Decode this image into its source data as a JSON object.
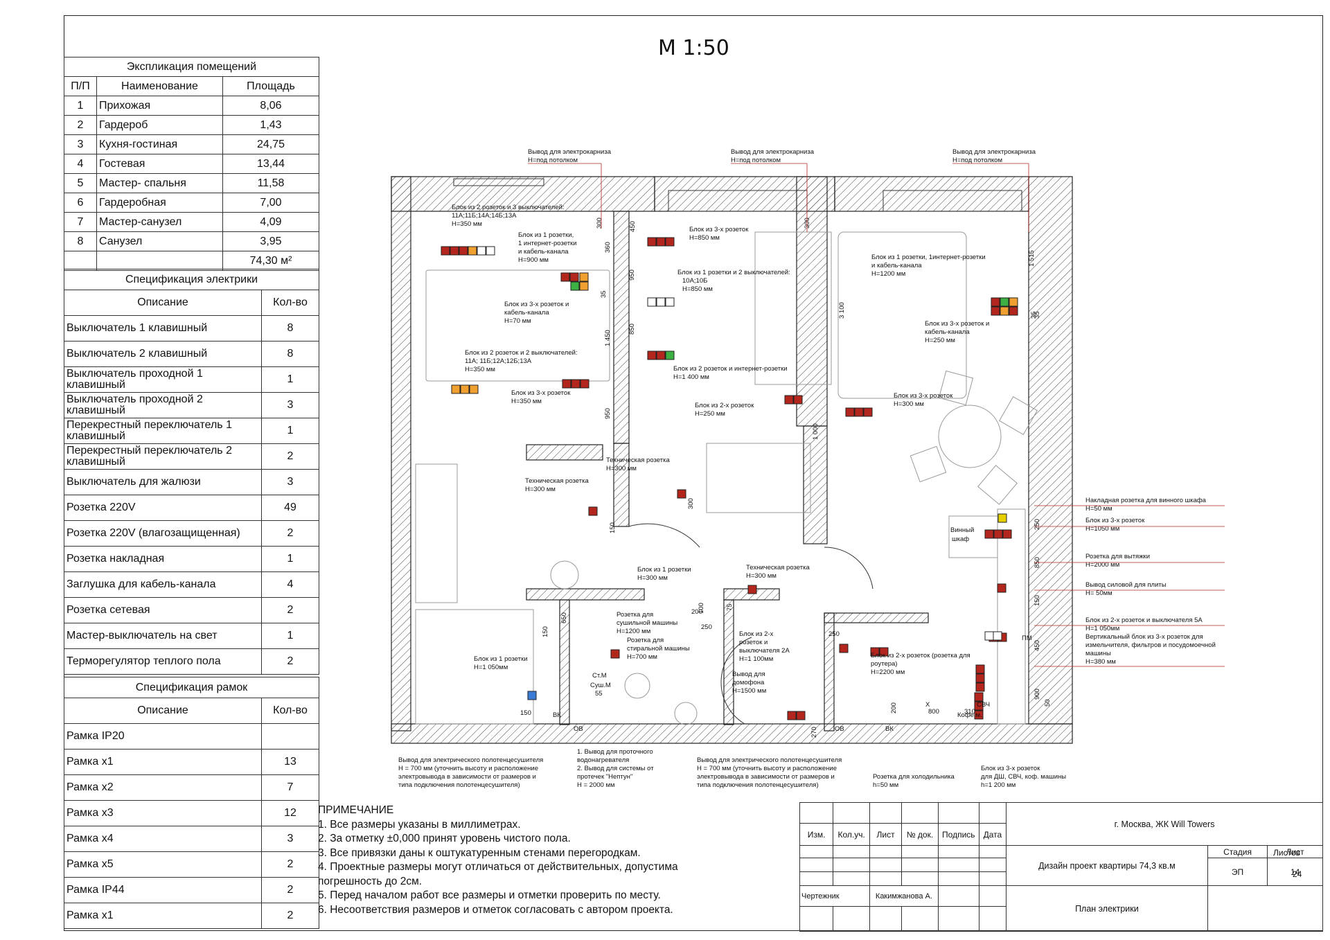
{
  "scale_title": "М 1:50",
  "rooms": {
    "title": "Экспликация помещений",
    "headers": [
      "П/П",
      "Наименование",
      "Площадь"
    ],
    "rows": [
      [
        "1",
        "Прихожая",
        "8,06"
      ],
      [
        "2",
        "Гардероб",
        "1,43"
      ],
      [
        "3",
        "Кухня-гостиная",
        "24,75"
      ],
      [
        "4",
        "Гостевая",
        "13,44"
      ],
      [
        "5",
        "Мастер- спальня",
        "11,58"
      ],
      [
        "6",
        "Гардеробная",
        "7,00"
      ],
      [
        "7",
        "Мастер-санузел",
        "4,09"
      ],
      [
        "8",
        "Санузел",
        "3,95"
      ]
    ],
    "total": "74,30 м²"
  },
  "electric_spec": {
    "title": "Спецификация электрики",
    "headers": [
      "Описание",
      "Кол-во"
    ],
    "rows": [
      [
        "Выключатель 1 клавишный",
        "8"
      ],
      [
        "Выключатель 2 клавишный",
        "8"
      ],
      [
        "Выключатель проходной 1 клавишный",
        "1"
      ],
      [
        "Выключатель проходной 2 клавишный",
        "3"
      ],
      [
        "Перекрестный переключатель 1 клавишный",
        "1"
      ],
      [
        "Перекрестный переключатель 2 клавишный",
        "2"
      ],
      [
        "Выключатель для жалюзи",
        "3"
      ],
      [
        "Розетка 220V",
        "49"
      ],
      [
        "Розетка 220V (влагозащищенная)",
        "2"
      ],
      [
        "Розетка накладная",
        "1"
      ],
      [
        "Заглушка для кабель-канала",
        "4"
      ],
      [
        "Розетка сетевая",
        "2"
      ],
      [
        "Мастер-выключатель на свет",
        "1"
      ],
      [
        "Терморегулятор теплого пола",
        "2"
      ]
    ]
  },
  "frame_spec": {
    "title": "Спецификация рамок",
    "headers": [
      "Описание",
      "Кол-во"
    ],
    "rows": [
      [
        "Рамка IP20",
        ""
      ],
      [
        "Рамка x1",
        "13"
      ],
      [
        "Рамка x2",
        "7"
      ],
      [
        "Рамка x3",
        "12"
      ],
      [
        "Рамка x4",
        "3"
      ],
      [
        "Рамка x5",
        "2"
      ],
      [
        "Рамка IP44",
        "2"
      ],
      [
        "Рамка x1",
        "2"
      ]
    ]
  },
  "notes": {
    "title": "ПРИМЕЧАНИЕ",
    "items": [
      "1. Все размеры указаны в миллиметрах.",
      "2. За отметку ±0,000 принят уровень чистого пола.",
      "3. Все привязки даны к оштукатуренным стенами перегородкам.",
      "4. Проектные размеры могут отличаться от действительных, допустима",
      "погрешность до 2см.",
      "5. Перед началом работ все размеры и отметки проверить по месту.",
      "6. Несоответствия размеров и отметок согласовать с автором проекта."
    ]
  },
  "stamp": {
    "cols": [
      "Изм.",
      "Кол.уч.",
      "Лист",
      "№ док.",
      "Подпись",
      "Дата"
    ],
    "address": "г. Москва, ЖК Will Towers",
    "project": "Дизайн проект квартиры 74,3 кв.м",
    "sheet_title": "План электрики",
    "drafter_label": "Чертежник",
    "drafter_name": "Какимжанова А.",
    "stage_label": "Стадия",
    "sheet_label": "Лист",
    "sheets_label": "Листов",
    "stage": "ЭП",
    "sheet": "14",
    "sheets": "24"
  },
  "plan_labels": {
    "cornice1": "Вывод для электрокарниза",
    "cornice1_h": "Н=под потолком",
    "cornice2": "Вывод для электрокарниза",
    "cornice2_h": "Н=под потолком",
    "cornice3": "Вывод для электрокарниза",
    "cornice3_h": "Н=под потолком",
    "b1": "Блок из 2 розеток и 3 выключателей:",
    "b1_2": "11А;11Б;14А;14Б;13А",
    "b1_h": "Н=350 мм",
    "b2": "Блок из 1 розетки,",
    "b2_2": "1 интернет-розетки",
    "b2_3": "и кабель-канала",
    "b2_h": "Н=900 мм",
    "b3": "Блок из 3-х розеток",
    "b3_h": "Н=850 мм",
    "b4": "Блок из 1 розетки и 2 выключателей:",
    "b4_2": "10А;10Б",
    "b4_h": "Н=850 мм",
    "b5": "Блок из 1 розетки, 1интернет-розетки",
    "b5_2": "и кабель-канала",
    "b5_h": "Н=1200 мм",
    "b6": "Блок из 3-х розеток и",
    "b6_2": "кабель-канала",
    "b6_h": "Н=70 мм",
    "b7": "Блок из 3-х розеток и",
    "b7_2": "кабель-канала",
    "b7_h": "Н=250 мм",
    "b8": "Блок из 2 розеток и 2 выключателей:",
    "b8_2": "11А; 11Б;12А;12Б;13А",
    "b8_h": "Н=350 мм",
    "b9": "Блок из 2 розеток и интернет-розетки",
    "b9_h": "Н=1 400 мм",
    "b10": "Блок из 3-х розеток",
    "b10_h": "Н=350 мм",
    "b11": "Блок из 2-х розеток",
    "b11_h": "Н=250 мм",
    "b12": "Блок из 3-х розеток",
    "b12_h": "Н=300 мм",
    "t1": "Техническая розетка",
    "t1_h": "Н=300 мм",
    "t2": "Техническая розетка",
    "t2_h": "Н=300 мм",
    "t3": "Техническая розетка",
    "t3_h": "Н=300 мм",
    "r1": "Накладная розетка для винного шкафа",
    "r1_h": "Н=50 мм",
    "r2": "Блок из 3-х розеток",
    "r2_h": "Н=1050 мм",
    "r3": "Розетка для вытяжки",
    "r3_h": "Н=2000 мм",
    "r4": "Вывод силовой для плиты",
    "r4_h": "Н= 50мм",
    "r5": "Блок из 2-х розеток и выключателя 5А",
    "r5_h": "Н=1 050мм",
    "r6": "Вертикальный блок из 3-х розеток для",
    "r6_2": "измельчителя, фильтров и посудомоечной",
    "r6_3": "машины",
    "r6_h": "Н=380 мм",
    "wine": "Винный",
    "wine2": "шкаф",
    "c1": "Блок из 1 розетки",
    "c1_h": "Н=300 мм",
    "c2": "Розетка для",
    "c2_2": "сушильной машины",
    "c2_h": "Н=1200 мм",
    "c3": "Розетка для",
    "c3_2": "стиральной машины",
    "c3_h": "Н=700 мм",
    "c4": "Блок из 2-х",
    "c4_2": "розеток и",
    "c4_3": "выключателя 2А",
    "c4_h": "Н=1 100мм",
    "c5": "Вывод для",
    "c5_2": "домофона",
    "c5_h": "Н=1500 мм",
    "c6": "Блок из 1 розетки",
    "c6_h": "Н=1 050мм",
    "c7": "Блок из 2-х розеток (розетка для",
    "c7_2": "роутера)",
    "c7_h": "Н=2200 мм",
    "bot1": "Вывод для электрического полотенцесушителя",
    "bot1_2": "Н = 700 мм (уточнить высоту и расположение",
    "bot1_3": "электровывода в зависимости от размеров и",
    "bot1_4": "типа подключения полотенцесушителя)",
    "bot2": "1. Вывод для проточного",
    "bot2_2": "водонагревателя",
    "bot2_3": "2. Вывод для системы от",
    "bot2_4": "протечек \"Нептун\"",
    "bot2_h": "Н = 2000 мм",
    "bot3": "Вывод для электрического полотенцесушителя",
    "bot3_2": "Н = 700 мм (уточнить высоту и расположение",
    "bot3_3": "электровывода в зависимости от размеров и",
    "bot3_4": "типа подключения полотенцесушителя)",
    "bot4": "Розетка для холодильника",
    "bot4_h": "h=50 мм",
    "bot5": "Блок из 3-х розеток",
    "bot5_2": "для ДШ, СВЧ, коф. машины",
    "bot5_h": "h=1 200 мм",
    "ob1": "ОВ",
    "vk1": "ВК",
    "ob2": "ОВ",
    "ob3": "ОВ",
    "vk2": "ВК",
    "pm": "ПМ",
    "svch": "СВЧ",
    "kofe": "Кофе м.",
    "stm": "Ст.М",
    "sushm": "Суш.М",
    "x": "Х",
    "dims": [
      "300",
      "450",
      "360",
      "950",
      "35",
      "850",
      "1 450",
      "950",
      "300",
      "1 515",
      "35",
      "3 100",
      "1 000",
      "300",
      "150",
      "200",
      "75",
      "250",
      "150",
      "650",
      "150",
      "250",
      "270",
      "200",
      "800",
      "310",
      "250",
      "850",
      "150",
      "450",
      "900",
      "50",
      "100",
      "35",
      "55"
    ]
  }
}
